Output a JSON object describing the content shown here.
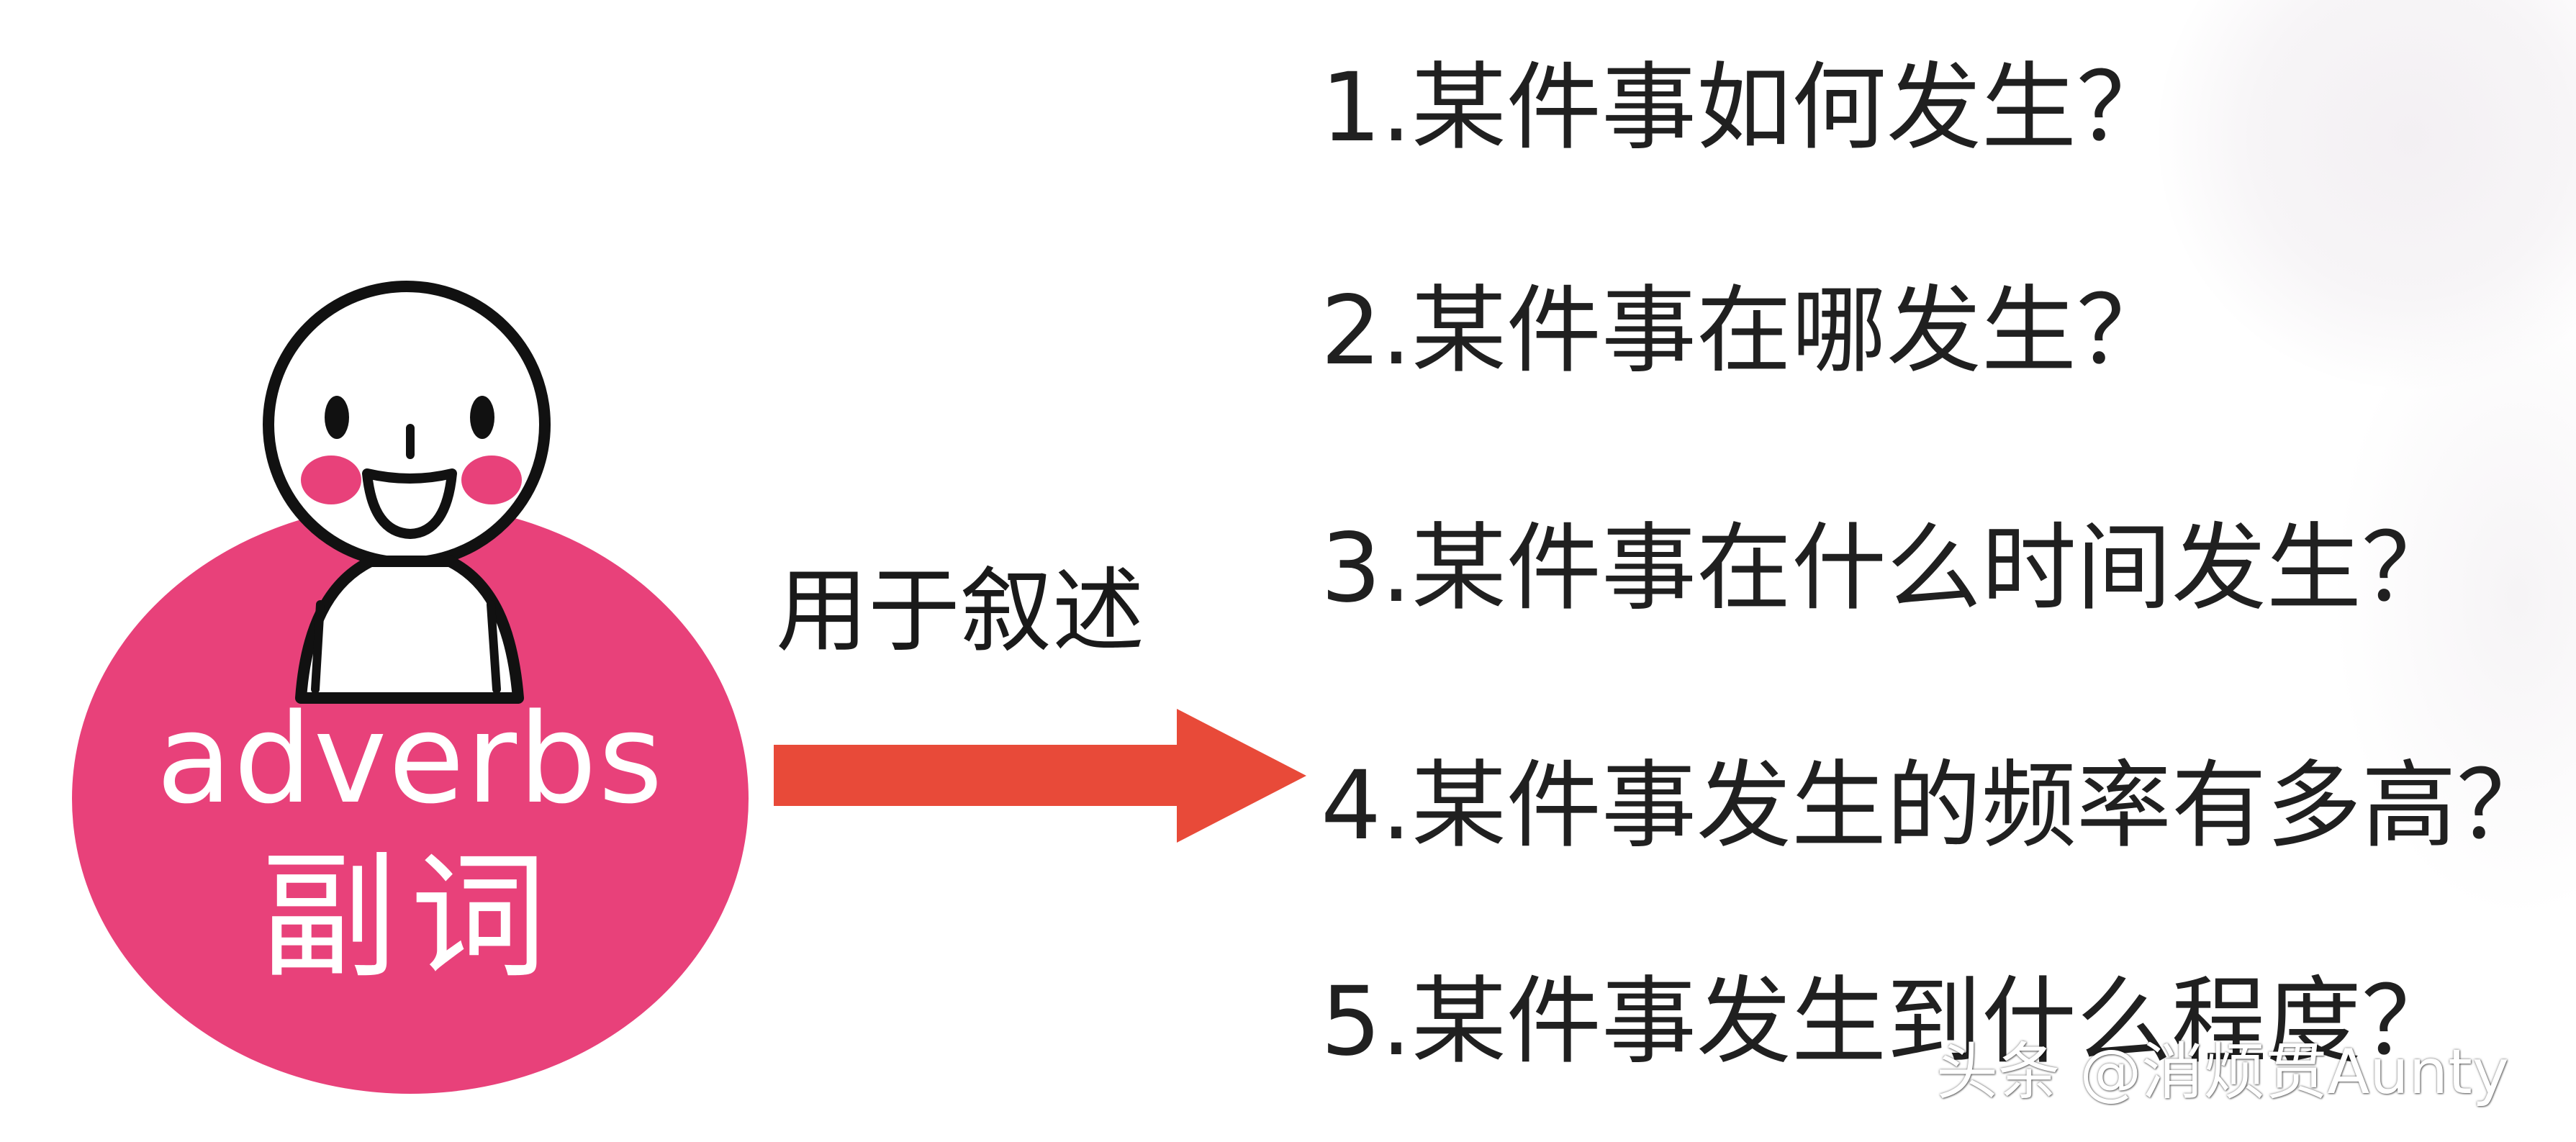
{
  "concept": {
    "english": "adverbs",
    "chinese": "副词"
  },
  "purpose": "用于叙述",
  "questions": [
    "1.某件事如何发生？",
    "2.某件事在哪发生？",
    "3.某件事在什么时间发生？",
    "4.某件事发生的频率有多高？",
    "5.某件事发生到什么程度？"
  ],
  "watermark": "头条 @消烦贯Aunty",
  "colors": {
    "pink": "#e8417a",
    "cheek": "#e8417a",
    "arrow": "#e84a39",
    "text": "#202020"
  },
  "icons": {
    "character": "smiling-cartoon-person-icon",
    "arrow": "right-arrow-icon"
  }
}
